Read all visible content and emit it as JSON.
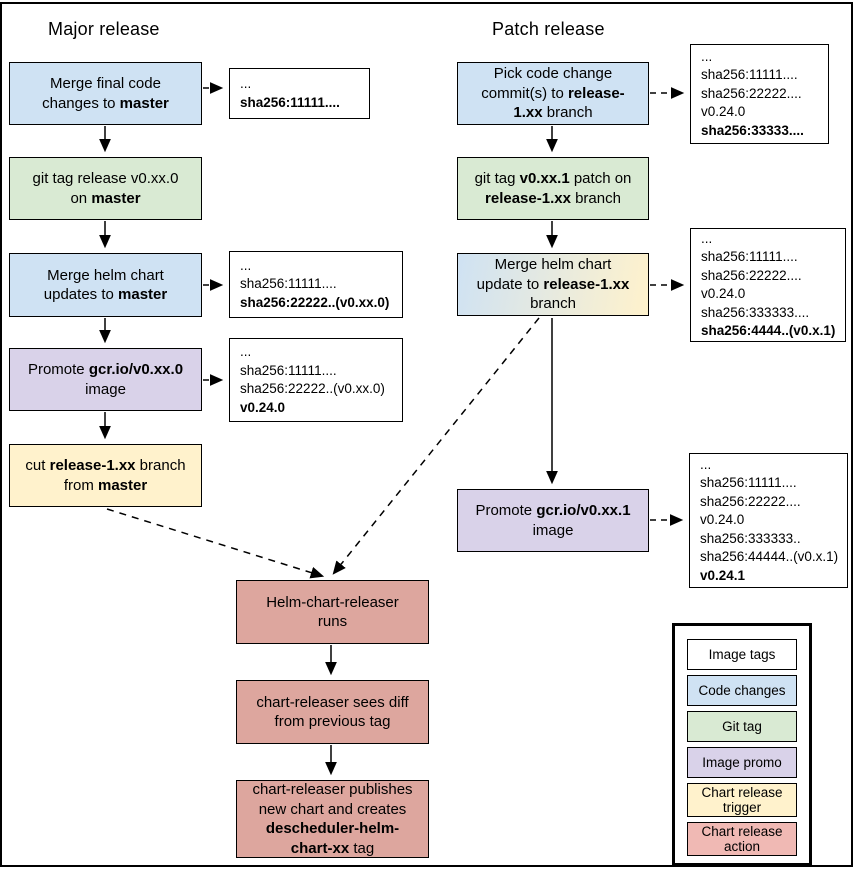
{
  "palette": {
    "image_tags": "#ffffff",
    "code_changes": "#cfe2f3",
    "git_tag": "#d9ead3",
    "image_promo": "#d9d2e9",
    "chart_trigger": "#fff2cc",
    "chart_action": "#dda69e",
    "chart_action_legend": "#f0b9b4",
    "line": "#000000"
  },
  "flows": {
    "major": {
      "title": "Major release",
      "steps": [
        {
          "segments": [
            {
              "text": "Merge final code changes to "
            },
            {
              "text": "master",
              "bold": true
            }
          ]
        },
        {
          "segments": [
            {
              "text": "git tag release v0.xx.0 on "
            },
            {
              "text": "master",
              "bold": true
            }
          ]
        },
        {
          "segments": [
            {
              "text": "Merge helm chart updates to "
            },
            {
              "text": "master",
              "bold": true
            }
          ]
        },
        {
          "segments": [
            {
              "text": "Promote "
            },
            {
              "text": "gcr.io/v0.xx.0",
              "bold": true
            },
            {
              "text": " image"
            }
          ]
        },
        {
          "segments": [
            {
              "text": "cut "
            },
            {
              "text": "release-1.xx",
              "bold": true
            },
            {
              "text": " branch from "
            },
            {
              "text": "master",
              "bold": true
            }
          ]
        }
      ]
    },
    "patch": {
      "title": "Patch release",
      "steps": [
        {
          "segments": [
            {
              "text": "Pick code change commit(s) to "
            },
            {
              "text": "release-1.xx",
              "bold": true
            },
            {
              "text": " branch"
            }
          ]
        },
        {
          "segments": [
            {
              "text": "git tag "
            },
            {
              "text": "v0.xx.1",
              "bold": true
            },
            {
              "text": " patch on "
            },
            {
              "text": "release-1.xx",
              "bold": true
            },
            {
              "text": " branch"
            }
          ]
        },
        {
          "segments": [
            {
              "text": "Merge helm chart update to "
            },
            {
              "text": "release-1.xx",
              "bold": true
            },
            {
              "text": " branch"
            }
          ]
        },
        {
          "segments": [
            {
              "text": "Promote "
            },
            {
              "text": "gcr.io/v0.xx.1",
              "bold": true
            },
            {
              "text": " image"
            }
          ]
        }
      ]
    },
    "chart_release": {
      "steps": [
        {
          "segments": [
            {
              "text": "Helm-chart-releaser runs"
            }
          ]
        },
        {
          "segments": [
            {
              "text": "chart-releaser sees diff from previous tag"
            }
          ]
        },
        {
          "segments": [
            {
              "text": "chart-releaser publishes new chart and creates "
            },
            {
              "text": "descheduler-helm-chart-xx",
              "bold": true
            },
            {
              "text": " tag"
            }
          ]
        }
      ]
    }
  },
  "annotations": {
    "major": [
      {
        "lines": [
          {
            "text": "..."
          },
          {
            "text": "sha256:11111....",
            "bold": true
          }
        ]
      },
      {
        "lines": [
          {
            "text": "..."
          },
          {
            "text": "sha256:11111...."
          },
          {
            "text": "sha256:22222..(v0.xx.0)",
            "bold": true
          }
        ]
      },
      {
        "lines": [
          {
            "text": "..."
          },
          {
            "text": "sha256:11111...."
          },
          {
            "text": "sha256:22222..(v0.xx.0)"
          },
          {
            "text": "v0.24.0",
            "bold": true
          }
        ]
      }
    ],
    "patch": [
      {
        "lines": [
          {
            "text": "..."
          },
          {
            "text": "sha256:11111...."
          },
          {
            "text": "sha256:22222...."
          },
          {
            "text": "v0.24.0"
          },
          {
            "text": "sha256:33333....",
            "bold": true
          }
        ]
      },
      {
        "lines": [
          {
            "text": "..."
          },
          {
            "text": "sha256:11111...."
          },
          {
            "text": "sha256:22222...."
          },
          {
            "text": "v0.24.0"
          },
          {
            "text": "sha256:333333...."
          },
          {
            "text": "sha256:4444..(v0.x.1)",
            "bold": true
          }
        ]
      },
      {
        "lines": [
          {
            "text": "..."
          },
          {
            "text": "sha256:11111...."
          },
          {
            "text": "sha256:22222...."
          },
          {
            "text": "v0.24.0"
          },
          {
            "text": "sha256:333333.."
          },
          {
            "text": "sha256:44444..(v0.x.1)"
          },
          {
            "text": "v0.24.1",
            "bold": true
          }
        ]
      }
    ]
  },
  "legend": {
    "items": [
      {
        "label": "Image tags",
        "color": "#ffffff"
      },
      {
        "label": "Code changes",
        "color": "#cfe2f3"
      },
      {
        "label": "Git tag",
        "color": "#d9ead3"
      },
      {
        "label": "Image promo",
        "color": "#d9d2e9"
      },
      {
        "label": "Chart release trigger",
        "color": "#fff2cc"
      },
      {
        "label": "Chart release action",
        "color": "#f0b9b4"
      }
    ]
  }
}
